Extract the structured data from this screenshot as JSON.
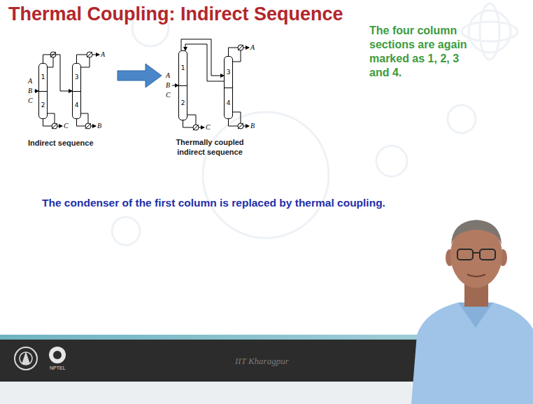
{
  "diagram": {
    "title": "Thermal Coupling: Indirect Sequence",
    "nodes": [
      {
        "text": [
          "1",
          "2"
        ]
      },
      {
        "text": [
          "3",
          "4"
        ]
      },
      {
        "text": [
          "1",
          "2"
        ]
      },
      {
        "text": [
          "3",
          "4"
        ]
      }
    ],
    "edges": [
      {
        "from": 0,
        "to": 1,
        "arrow": "to"
      },
      {
        "from": 2,
        "to": 3,
        "arrow": "to"
      },
      {
        "from": 3,
        "to": 2,
        "arrow": "to"
      }
    ],
    "labels": [
      "A",
      "B",
      "C",
      "C",
      "A",
      "B",
      "Indirect sequence",
      "A",
      "B",
      "C",
      "C",
      "A",
      "B",
      "Thermally coupled indirect sequence",
      "The four column sections are again marked as 1, 2, 3 and 4.",
      "The condenser of the first column is replaced by thermal coupling.",
      "NPTEL",
      "IIT Kharagpur"
    ]
  }
}
